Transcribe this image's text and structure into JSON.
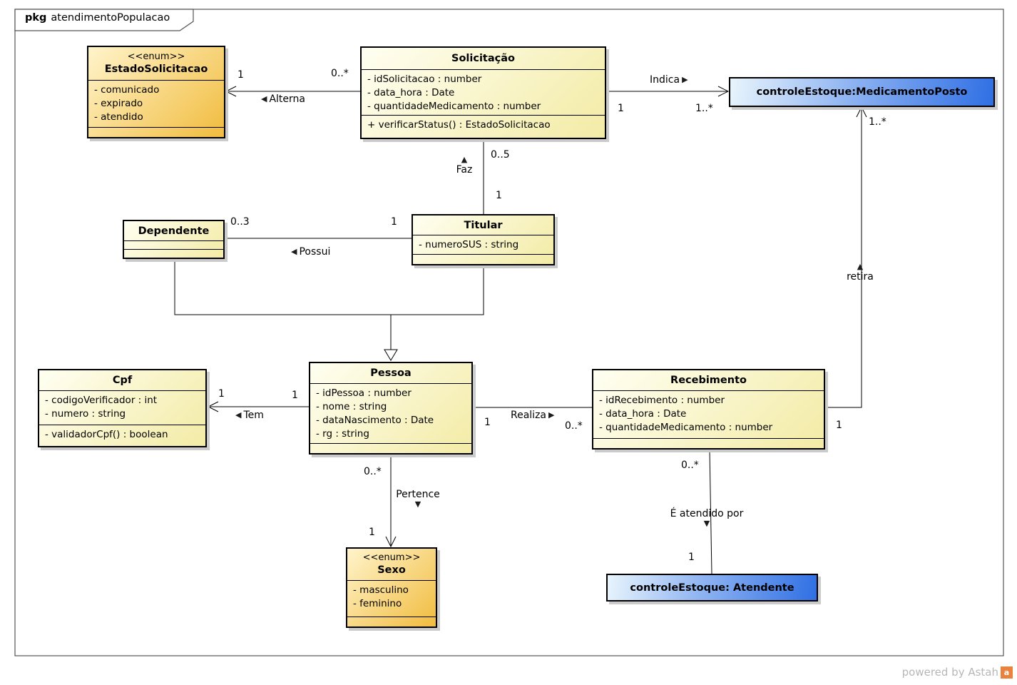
{
  "frame": {
    "keyword": "pkg",
    "name": "atendimentoPopulacao"
  },
  "watermark": {
    "text": "powered by Astah",
    "logo_letter": "a",
    "logo_color": "#E8823C"
  },
  "colors": {
    "class_fill_start": "#FFFFF2",
    "class_fill_end": "#F3EBA5",
    "enum_fill_start": "#FFF4CB",
    "enum_fill_end": "#F1BC3F",
    "object_fill_start": "#E9F5FC",
    "object_fill_end": "#2F6FE4",
    "shadow": "#CBCBCB"
  },
  "classes": {
    "estado_solicitacao": {
      "stereotype": "<<enum>>",
      "name": "EstadoSolicitacao",
      "literals": [
        "- comunicado",
        "- expirado",
        "- atendido"
      ]
    },
    "solicitacao": {
      "name": "Solicitação",
      "attributes": [
        "- idSolicitacao : number",
        "- data_hora : Date",
        "- quantidadeMedicamento : number"
      ],
      "operations": [
        "+ verificarStatus() : EstadoSolicitacao"
      ]
    },
    "medicamento_posto": {
      "name": "controleEstoque:MedicamentoPosto"
    },
    "dependente": {
      "name": "Dependente"
    },
    "titular": {
      "name": "Titular",
      "attributes": [
        "- numeroSUS : string"
      ]
    },
    "cpf": {
      "name": "Cpf",
      "attributes": [
        "- codigoVerificador : int",
        "- numero : string"
      ],
      "operations": [
        "- validadorCpf() : boolean"
      ]
    },
    "pessoa": {
      "name": "Pessoa",
      "attributes": [
        "- idPessoa : number",
        "- nome : string",
        "- dataNascimento : Date",
        "- rg : string"
      ]
    },
    "recebimento": {
      "name": "Recebimento",
      "attributes": [
        "- idRecebimento : number",
        "- data_hora : Date",
        "- quantidadeMedicamento : number"
      ]
    },
    "sexo": {
      "stereotype": "<<enum>>",
      "name": "Sexo",
      "literals": [
        "- masculino",
        "- feminino"
      ]
    },
    "atendente": {
      "name": "controleEstoque: Atendente"
    }
  },
  "associations": {
    "alterna": {
      "name": "Alterna",
      "arrow": "◀",
      "mult_estado": "1",
      "mult_solicitacao": "0..*"
    },
    "indica": {
      "name": "Indica",
      "arrow": "▶",
      "mult_solicitacao": "1",
      "mult_posto": "1..*"
    },
    "faz": {
      "name": "Faz",
      "arrow": "▲",
      "mult_solicitacao": "0..5",
      "mult_titular": "1"
    },
    "possui": {
      "name": "Possui",
      "arrow": "◀",
      "mult_dependente": "0..3",
      "mult_titular": "1"
    },
    "tem": {
      "name": "Tem",
      "arrow": "◀",
      "mult_cpf": "1",
      "mult_pessoa": "1"
    },
    "realiza": {
      "name": "Realiza",
      "arrow": "▶",
      "mult_pessoa": "1",
      "mult_recebimento": "0..*"
    },
    "pertence": {
      "name": "Pertence",
      "arrow": "▼",
      "mult_pessoa": "0..*",
      "mult_sexo": "1"
    },
    "atendido_por": {
      "name": "É atendido por",
      "arrow": "▼",
      "mult_recebimento": "0..*",
      "mult_atendente": "1"
    },
    "retira": {
      "name": "retira",
      "arrow": "▲",
      "mult_recebimento": "1",
      "mult_posto": "1..*"
    }
  }
}
